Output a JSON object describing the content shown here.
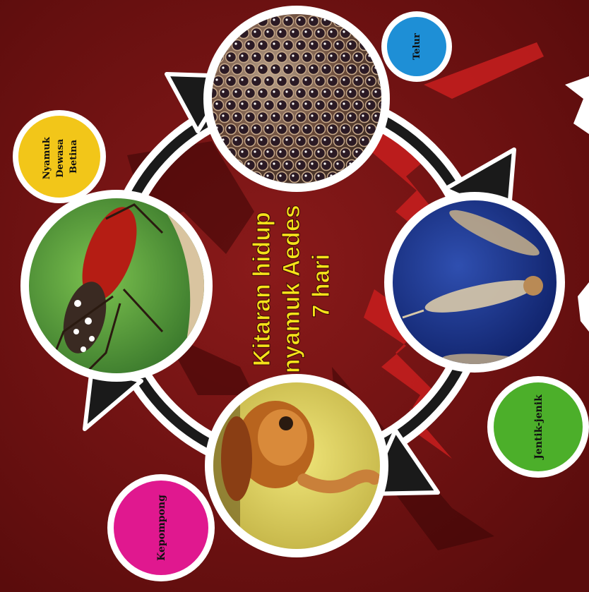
{
  "diagram": {
    "title_lines": [
      "Kitaran hidup",
      "nyamuk Aedes",
      "7 hari"
    ],
    "stages": [
      {
        "label_lines": [
          "Telur"
        ],
        "badge_color": "#1e8fd6"
      },
      {
        "label_lines": [
          "Jentik-jenik"
        ],
        "badge_color": "#4caf2a"
      },
      {
        "label_lines": [
          "Kepompong"
        ],
        "badge_color": "#e0188f"
      },
      {
        "label_lines": [
          "Nyamuk",
          "Dewasa",
          "Betina"
        ],
        "badge_color": "#f2c619"
      }
    ],
    "colors": {
      "background": "#6e1010",
      "title": "#f5e21a",
      "ring": "#ffffff",
      "arrow": "#1a1a1a",
      "accent": "#d42020"
    }
  }
}
